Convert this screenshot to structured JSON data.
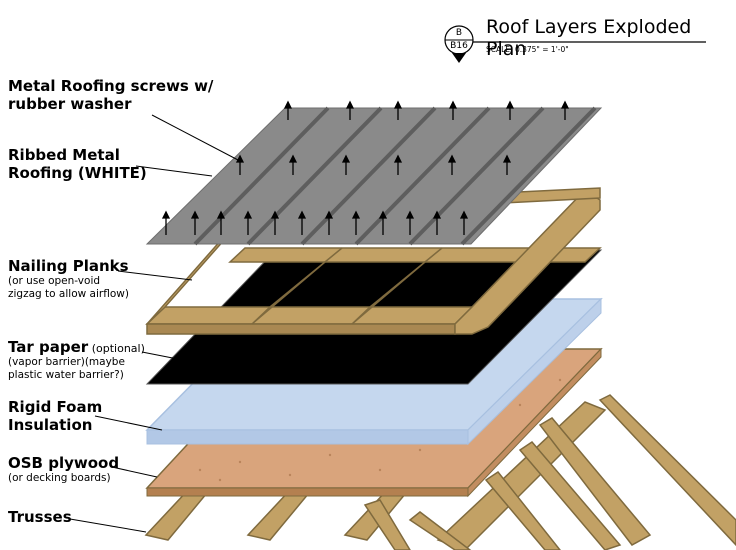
{
  "title_block": {
    "title": "Roof Layers Exploded Plan",
    "scale": "SCALE:  0.375\" =  1'-0\"",
    "detail_number": "B",
    "sheet_number": "B16"
  },
  "layers": [
    {
      "id": "screws",
      "label": "Metal Roofing screws w/ rubber washer",
      "line1": "Metal Roofing screws w/",
      "line2": "rubber washer"
    },
    {
      "id": "metal",
      "line1": "Ribbed Metal",
      "line2": "Roofing (WHITE)"
    },
    {
      "id": "nailing",
      "line1": "Nailing Planks",
      "note1": "(or use open-void",
      "note2": "zigzag to allow airflow)"
    },
    {
      "id": "tar",
      "line1": "Tar paper",
      "optional": " (optional)",
      "note1": "(vapor barrier)(maybe",
      "note2": "plastic water barrier?)"
    },
    {
      "id": "foam",
      "line1": "Rigid Foam",
      "line2": "Insulation"
    },
    {
      "id": "osb",
      "line1": "OSB plywood",
      "note1": "(or decking boards)"
    },
    {
      "id": "trusses",
      "line1": "Trusses"
    }
  ],
  "colors": {
    "metal": "#8a8a8a",
    "metal_rib": "#5e5e5e",
    "wood": "#c2a165",
    "wood_dark": "#7f6a3e",
    "tar": "#000000",
    "foam": "#c5d7ee",
    "foam_edge": "#a8c0e0",
    "osb": "#d9a47c",
    "osb_dot": "#b9845b"
  }
}
